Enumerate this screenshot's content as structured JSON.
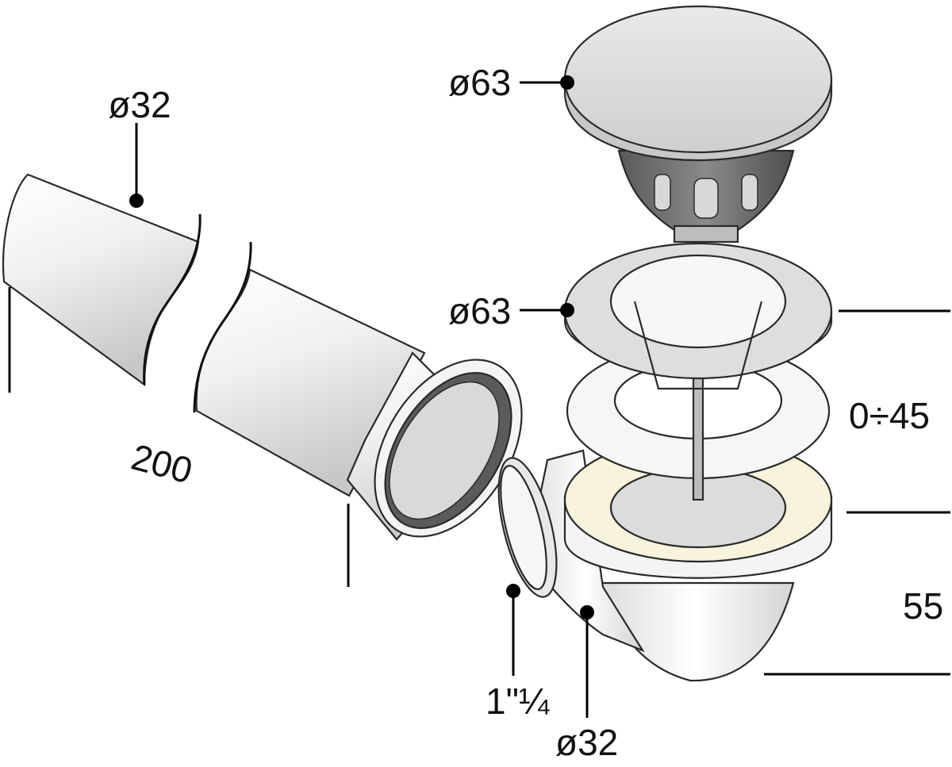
{
  "labels": {
    "pipe_diameter": "ø32",
    "pipe_length": "200",
    "cap_diameter": "ø63",
    "flange_diameter": "ø63",
    "thickness_range": "0÷45",
    "body_height": "55",
    "thread_size": "1\"¼",
    "outlet_diameter": "ø32"
  },
  "colors": {
    "line": "#000000",
    "metal_light": "#f2f2f2",
    "metal_mid": "#c9c9c9",
    "basket_dark": "#6e6e6e",
    "gasket_cream": "#f7f3dc",
    "foam": "#f6f6f6"
  }
}
